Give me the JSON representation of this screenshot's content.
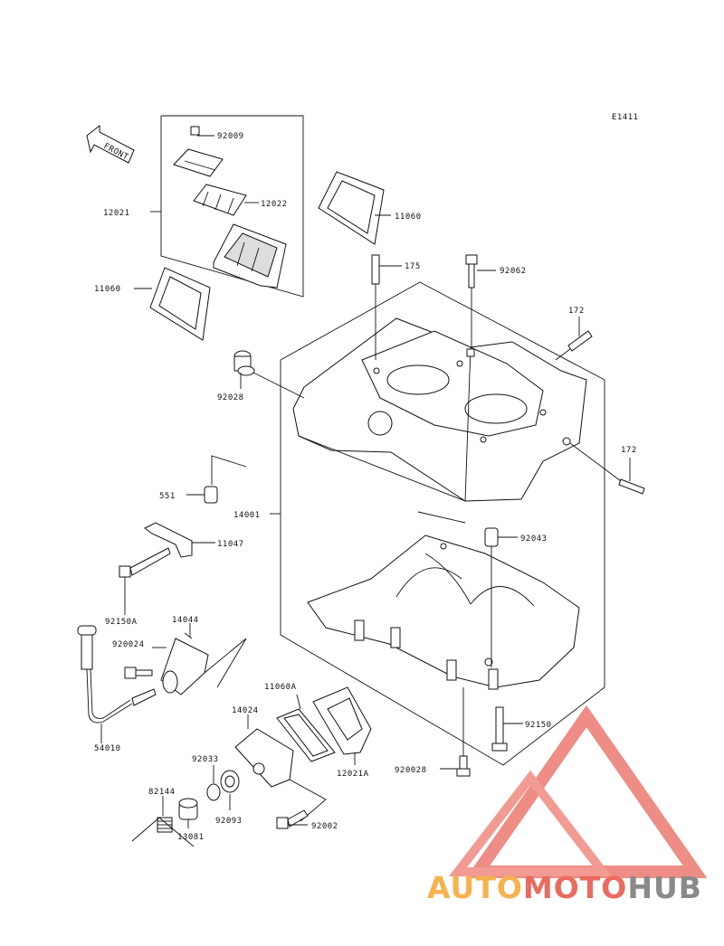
{
  "diagram_code": "E1411",
  "direction_label": "FRONT",
  "labels": {
    "p92009": "92009",
    "p12022": "12022",
    "p12021": "12021",
    "p11060_top": "11060",
    "p11060_left": "11060",
    "p175": "175",
    "p92062": "92062",
    "p172_top": "172",
    "p172_right": "172",
    "p92028": "92028",
    "p551": "551",
    "p14001": "14001",
    "p11047": "11047",
    "p92043": "92043",
    "p92150A": "92150A",
    "p14044": "14044",
    "p920024": "920024",
    "p11060A": "11060A",
    "p14024": "14024",
    "p54010": "54010",
    "p92150": "92150",
    "p92033": "92033",
    "p12021A": "12021A",
    "p920028": "920028",
    "p82144": "82144",
    "p92093": "92093",
    "p13081": "13081",
    "p92002": "92002"
  },
  "watermark": {
    "part1": "AUTO",
    "part2": "MOTO",
    "part3": "HUB"
  },
  "colors": {
    "watermark_orange": "#f6b24d",
    "watermark_red": "#ea6b5f",
    "watermark_gray": "#8a8a8a"
  }
}
